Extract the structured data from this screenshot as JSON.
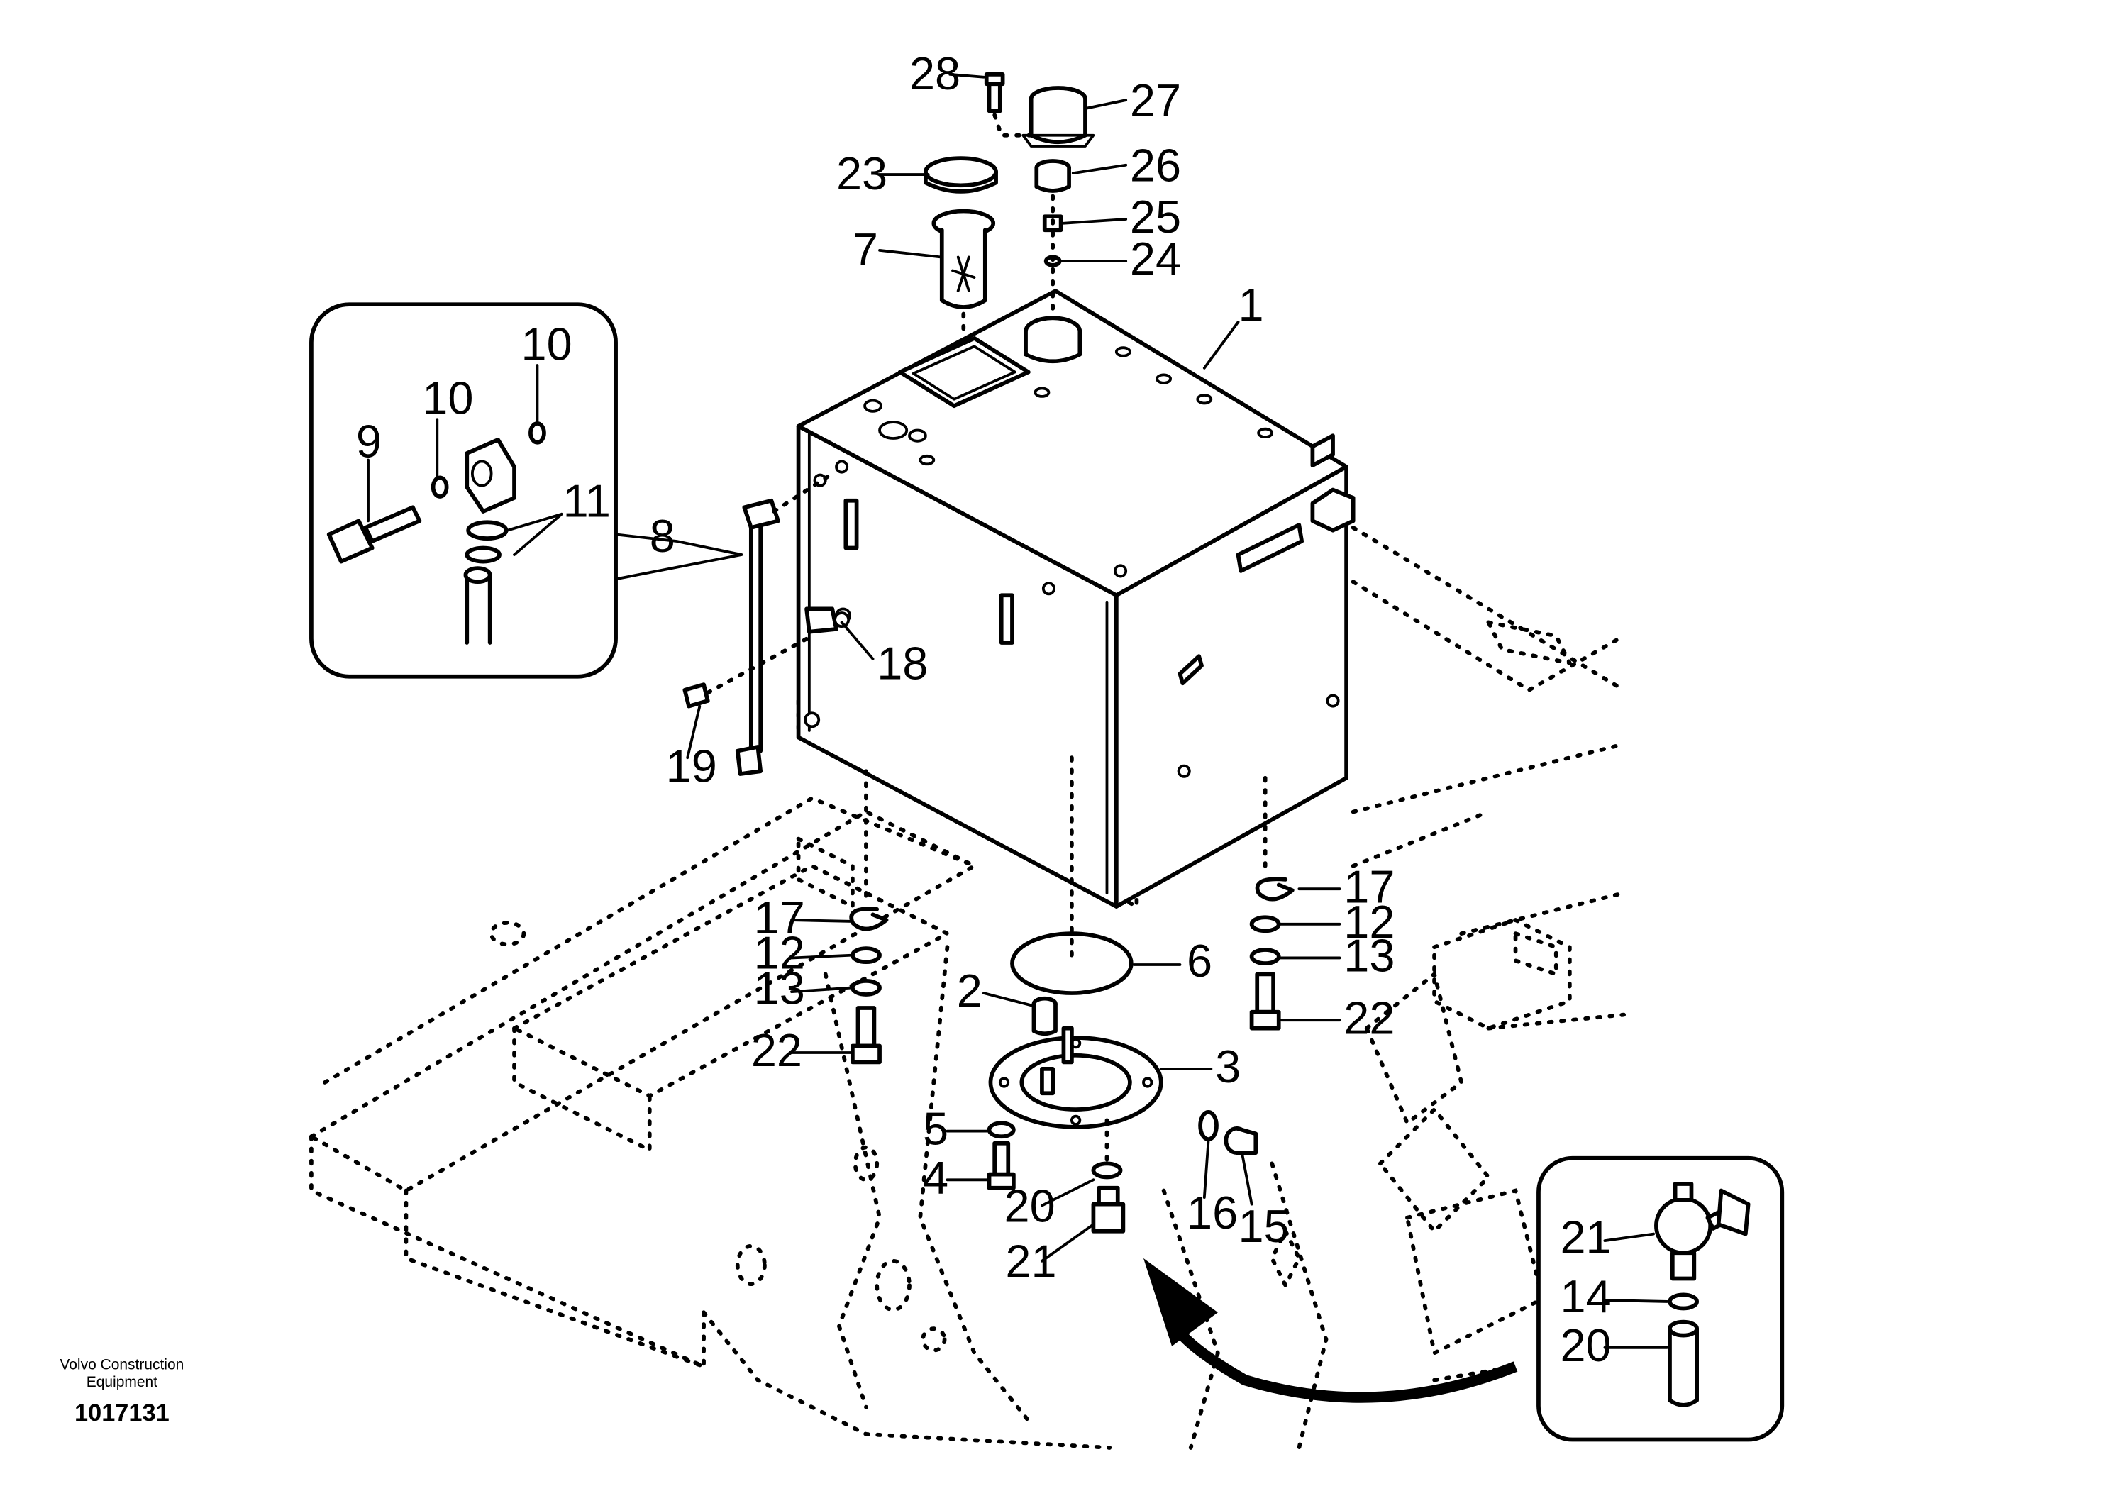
{
  "footer": {
    "brand_line1": "Volvo Construction",
    "brand_line2": "Equipment",
    "figure_number": "1017131"
  },
  "labels": {
    "l1": "1",
    "l2": "2",
    "l3": "3",
    "l4": "4",
    "l5": "5",
    "l6": "6",
    "l7": "7",
    "l8": "8",
    "l9": "9",
    "l10a": "10",
    "l10b": "10",
    "l11": "11",
    "l12a": "12",
    "l12b": "12",
    "l13a": "13",
    "l13b": "13",
    "l14": "14",
    "l15": "15",
    "l16": "16",
    "l17a": "17",
    "l17b": "17",
    "l18": "18",
    "l19": "19",
    "l20a": "20",
    "l20b": "20",
    "l21a": "21",
    "l21b": "21",
    "l22a": "22",
    "l22b": "22",
    "l23": "23",
    "l24": "24",
    "l25": "25",
    "l26": "26",
    "l27": "27",
    "l28": "28"
  }
}
